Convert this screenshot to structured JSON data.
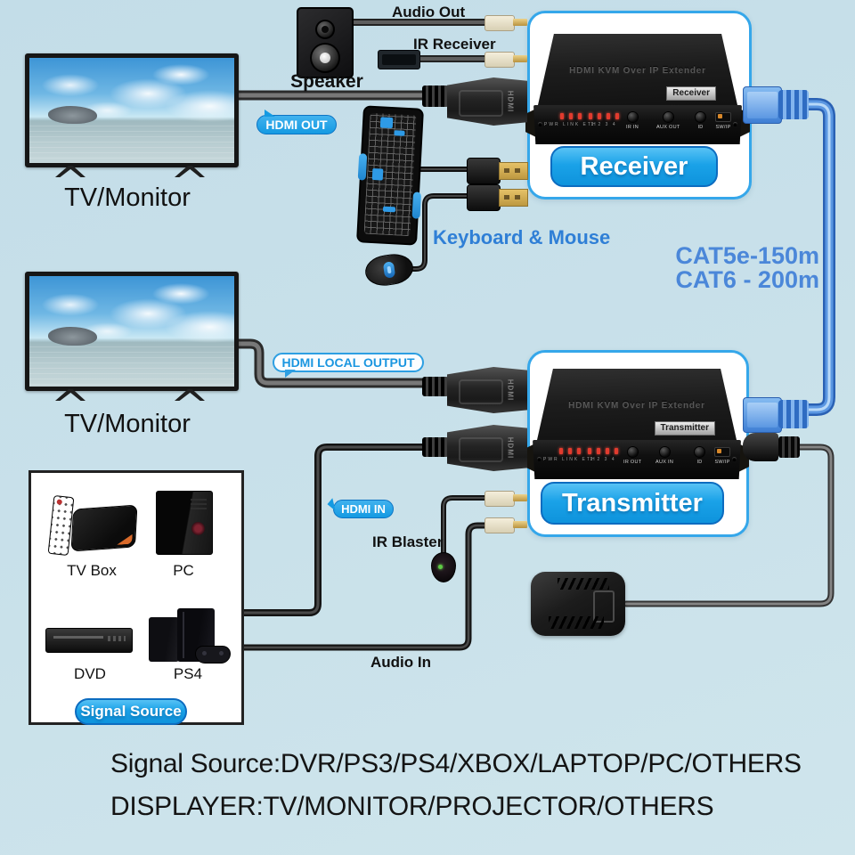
{
  "labels": {
    "speaker": "Speaker",
    "audio_out": "Audio Out",
    "ir_receiver": "IR Receiver",
    "tv_monitor": "TV/Monitor",
    "hdmi_out": "HDMI OUT",
    "keyboard_mouse": "Keyboard & Mouse",
    "cat5e": "CAT5e-150m",
    "cat6": "CAT6 - 200m",
    "receiver": "Receiver",
    "transmitter": "Transmitter",
    "hdmi_local_output": "HDMI LOCAL OUTPUT",
    "hdmi_in": "HDMI IN",
    "ir_blaster": "IR Blaster",
    "audio_in": "Audio In"
  },
  "devices": {
    "extender_title": "HDMI KVM Over IP Extender",
    "hdmi_plug_text": "HDMI",
    "receiver": {
      "badge": "Receiver",
      "led_labels": "PWR LINK ETH",
      "led_numbers": "1 2 3 4",
      "port1": "IR IN",
      "port2": "AUX OUT",
      "port3": "ID",
      "port4": "SW/IP"
    },
    "transmitter": {
      "badge": "Transmitter",
      "led_labels": "PWR LINK ETH",
      "led_numbers": "1 2 3 4",
      "port1": "IR OUT",
      "port2": "AUX IN",
      "port3": "ID",
      "port4": "SW/IP"
    }
  },
  "signal_source_box": {
    "badge": "Signal Source",
    "items": [
      {
        "label": "TV Box"
      },
      {
        "label": "PC"
      },
      {
        "label": "DVD"
      },
      {
        "label": "PS4"
      }
    ]
  },
  "footer": {
    "line1": "Signal Source:DVR/PS3/PS4/XBOX/LAPTOP/PC/OTHERS",
    "line2": "DISPLAYER:TV/MONITOR/PROJECTOR/OTHERS"
  },
  "colors": {
    "background": "#c6dfe9",
    "accent_blue": "#189de4",
    "cable_blue": "#5b97e2",
    "text_blue": "#4b87d9"
  }
}
